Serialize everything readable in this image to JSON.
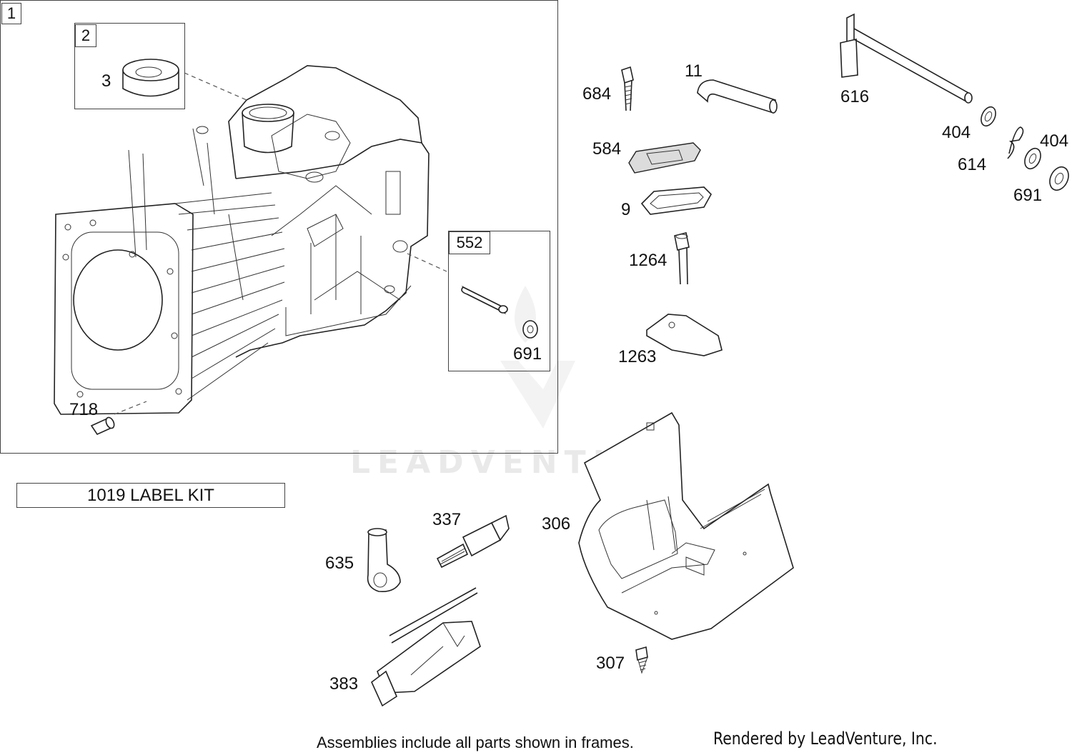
{
  "frames": [
    {
      "id": "1",
      "label": "1"
    },
    {
      "id": "2",
      "label": "2"
    },
    {
      "id": "552",
      "label": "552"
    }
  ],
  "parts": {
    "p3": "3",
    "p718": "718",
    "p691a": "691",
    "p684": "684",
    "p11": "11",
    "p616": "616",
    "p404a": "404",
    "p404b": "404",
    "p614": "614",
    "p691b": "691",
    "p584": "584",
    "p9": "9",
    "p1264": "1264",
    "p1263": "1263",
    "p337": "337",
    "p306": "306",
    "p635": "635",
    "p307": "307",
    "p383": "383"
  },
  "label_kit": "1019 LABEL KIT",
  "footer": {
    "note": "Assemblies include all parts shown in frames.",
    "rendered_by": "Rendered by LeadVenture, Inc."
  },
  "watermark": "LEADVENTURE"
}
